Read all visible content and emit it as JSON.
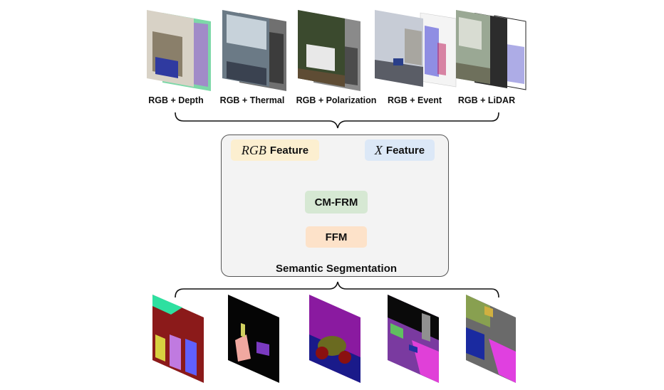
{
  "modalities": [
    {
      "label": "RGB + Depth"
    },
    {
      "label": "RGB + Thermal"
    },
    {
      "label": "RGB + Polarization"
    },
    {
      "label": "RGB + Event"
    },
    {
      "label": "RGB + LiDAR"
    }
  ],
  "framework": {
    "rgb_feature": {
      "var": "RGB",
      "text": "Feature"
    },
    "x_feature": {
      "var": "X",
      "text": "Feature"
    },
    "cm_frm": "CM-FRM",
    "ffm": "FFM",
    "output_label": "Semantic Segmentation"
  },
  "colors": {
    "rgb_feature_bg": "#fcefd0",
    "x_feature_bg": "#dce8f7",
    "cm_frm_bg": "#d6e8d3",
    "ffm_bg": "#fde2c9",
    "panel_bg": "#f3f3f3"
  }
}
